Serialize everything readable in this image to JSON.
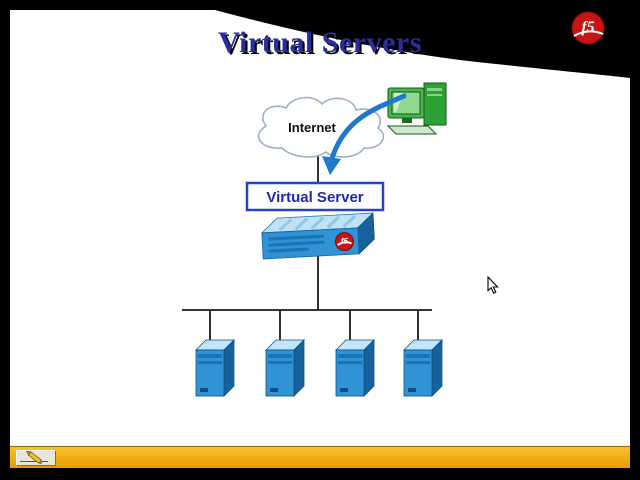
{
  "slide": {
    "title": "Virtual Servers",
    "logo": {
      "text": "f5"
    },
    "diagram": {
      "cloud_label": "Internet",
      "virtual_server_label": "Virtual Server",
      "appliance_logo_text": "f5",
      "server_count": 4
    }
  },
  "icons": {
    "pen-icon": "pencil-drawing-line",
    "mouse-cursor": "arrow-pointer",
    "client-computer-icon": "green-desktop-workstation",
    "internet-cloud": "cloud-outline",
    "appliance-icon": "bigip-3d-device",
    "server-icon": "blue-server-tower",
    "f5-logo": "red-ball-with-f5"
  },
  "colors": {
    "title_blue": "#2A2E9C",
    "label_navy": "#1F2AA8",
    "box_border": "#2840CC",
    "arrow_blue": "#1E78CC",
    "f5_red": "#C81414",
    "cloud_outline": "#9FB0C8",
    "server_front": "#2F93D6",
    "server_top": "#C2E5F7",
    "server_side": "#15629E",
    "appliance_top": "#BFE2F5",
    "connector_line": "#1A1A1A",
    "footer_gold": "#E89800",
    "computer_green": "#3FA93F",
    "slide_bg": "#FFFFFF",
    "swoosh_black": "#000000"
  }
}
